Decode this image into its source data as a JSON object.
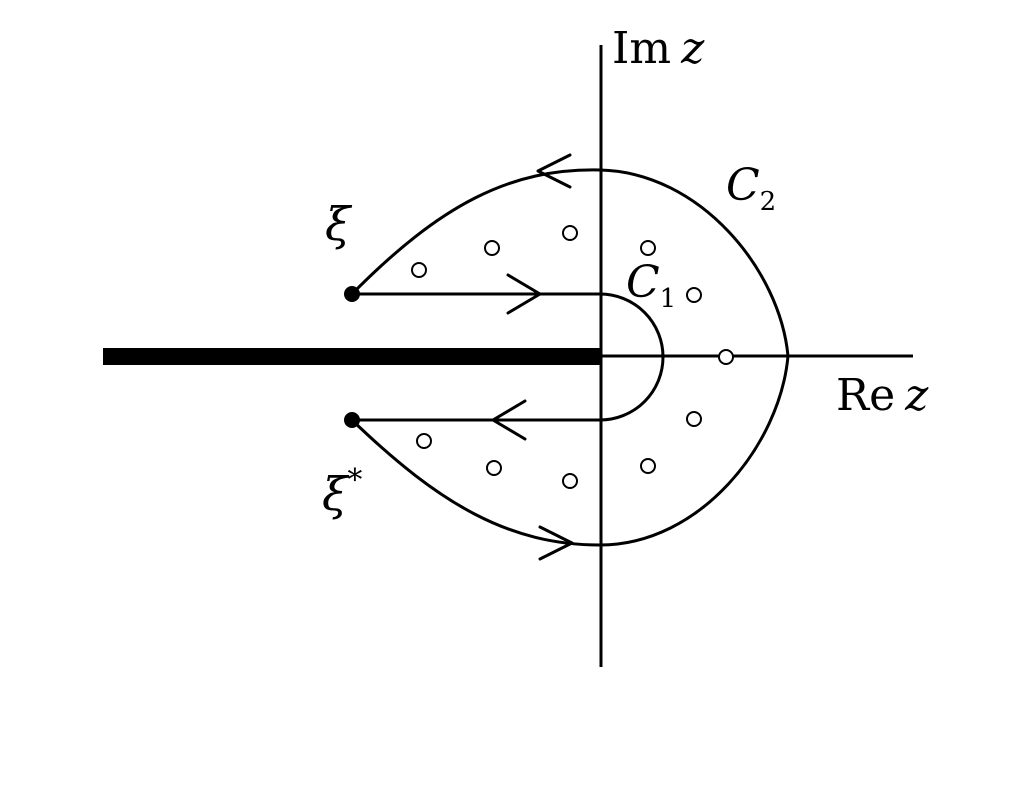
{
  "labels": {
    "im_axis": {
      "prefix": "Im",
      "var": "z"
    },
    "re_axis": {
      "prefix": "Re",
      "var": "z"
    },
    "c1": {
      "letter": "C",
      "sub": "1"
    },
    "c2": {
      "letter": "C",
      "sub": "2"
    },
    "xi": "ξ",
    "xi_star": {
      "letter": "ξ",
      "sup": "*"
    }
  },
  "colors": {
    "ink": "#000000",
    "background": "#ffffff"
  }
}
